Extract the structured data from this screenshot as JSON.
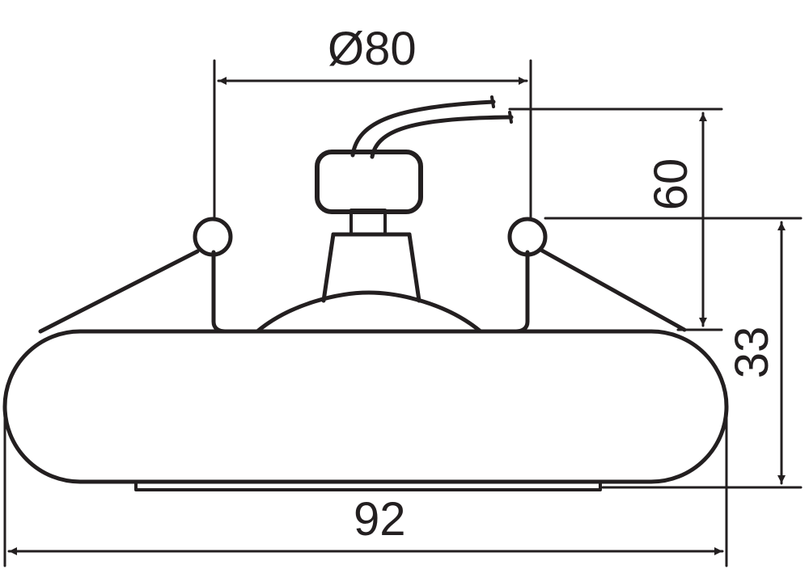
{
  "diagram": {
    "labels": {
      "diameter": "Ø80",
      "overall_width": "92",
      "height_upper": "60",
      "height_total": "33"
    },
    "colors": {
      "line": "#231f20",
      "background": "#ffffff"
    }
  }
}
